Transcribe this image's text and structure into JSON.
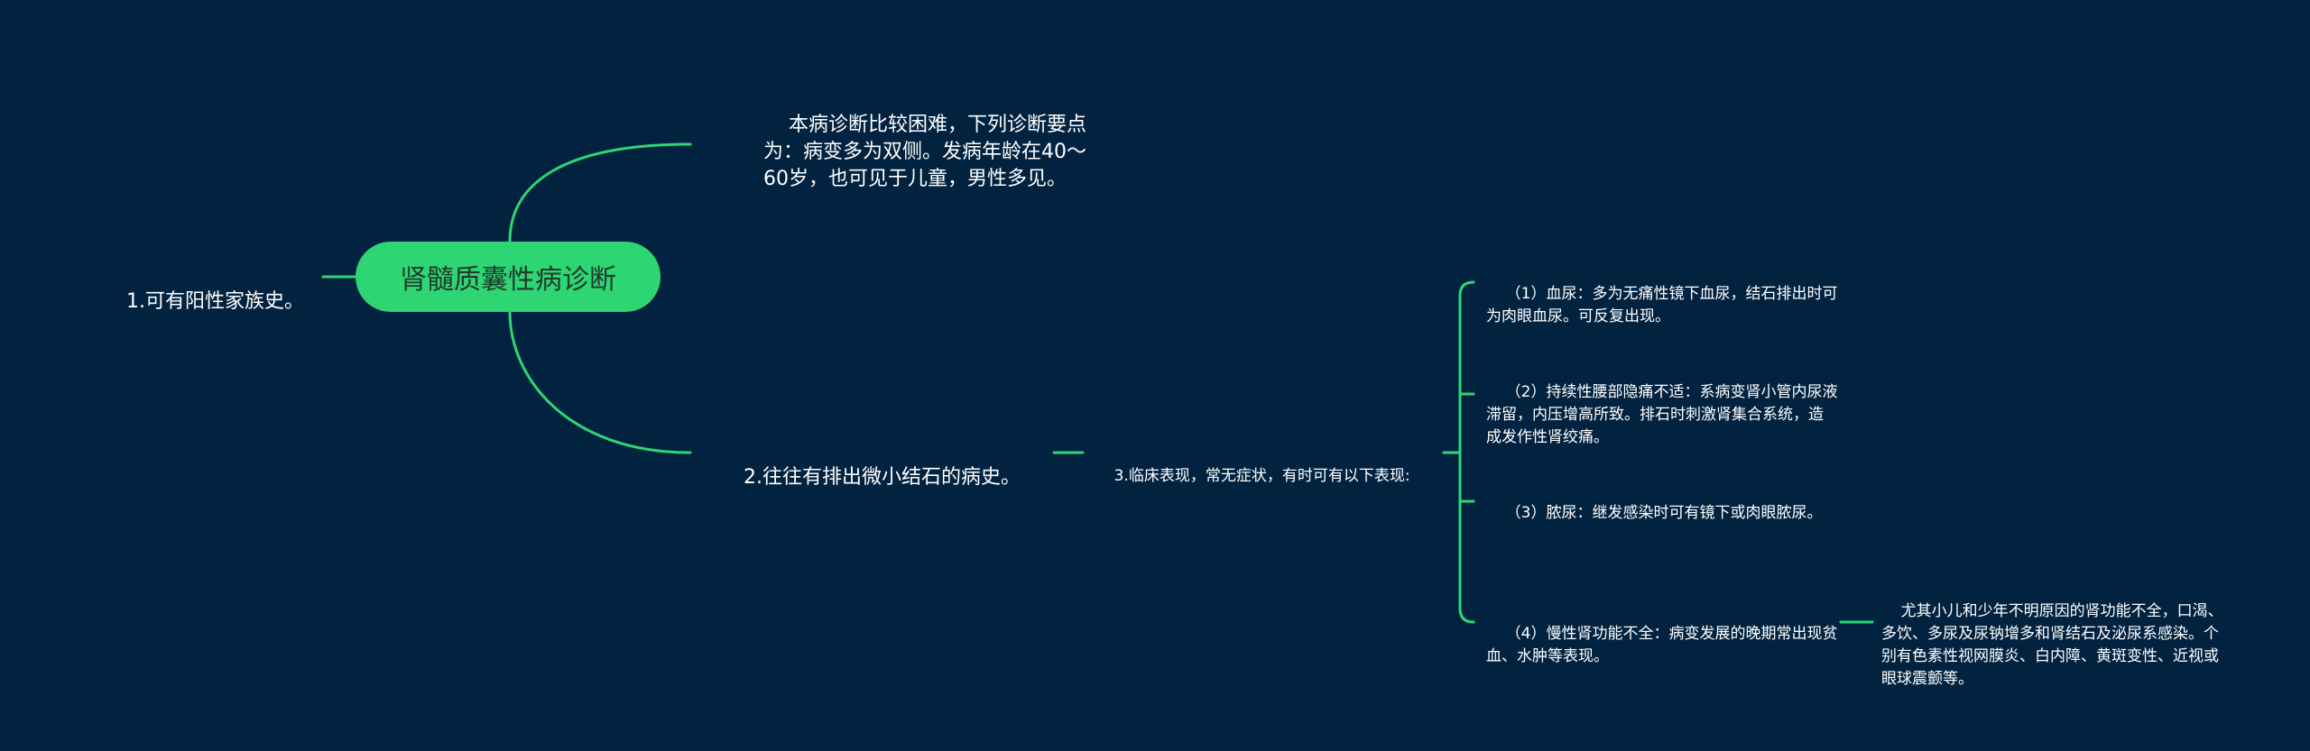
{
  "root": {
    "label": "肾髓质囊性病诊断"
  },
  "left_branch": {
    "label": "1.可有阳性家族史。"
  },
  "top_branch": {
    "label": "本病诊断比较困难，下列诊断要点为：病变多为双侧。发病年龄在40～60岁，也可见于儿童，男性多见。"
  },
  "bottom_branch": {
    "label": "2.往往有排出微小结石的病史。"
  },
  "clinical": {
    "label": "3.临床表现，常无症状，有时可有以下表现:"
  },
  "symptoms": [
    {
      "label": "（1）血尿：多为无痛性镜下血尿，结石排出时可为肉眼血尿。可反复出现。"
    },
    {
      "label": "（2）持续性腰部隐痛不适：系病变肾小管内尿液滞留，内压增高所致。排石时刺激肾集合系统，造成发作性肾绞痛。"
    },
    {
      "label": "（3）脓尿：继发感染时可有镜下或肉眼脓尿。"
    },
    {
      "label": "（4）慢性肾功能不全：病变发展的晚期常出现贫血、水肿等表现。"
    }
  ],
  "detail": {
    "label": "尤其小儿和少年不明原因的肾功能不全，口渴、多饮、多尿及尿钠增多和肾结石及泌尿系感染。个别有色素性视网膜炎、白内障、黄斑变性、近视或眼球震颤等。"
  },
  "colors": {
    "background": "#022340",
    "accent": "#2ed573",
    "root_text": "#1e3b2b",
    "text": "#ffffff"
  }
}
